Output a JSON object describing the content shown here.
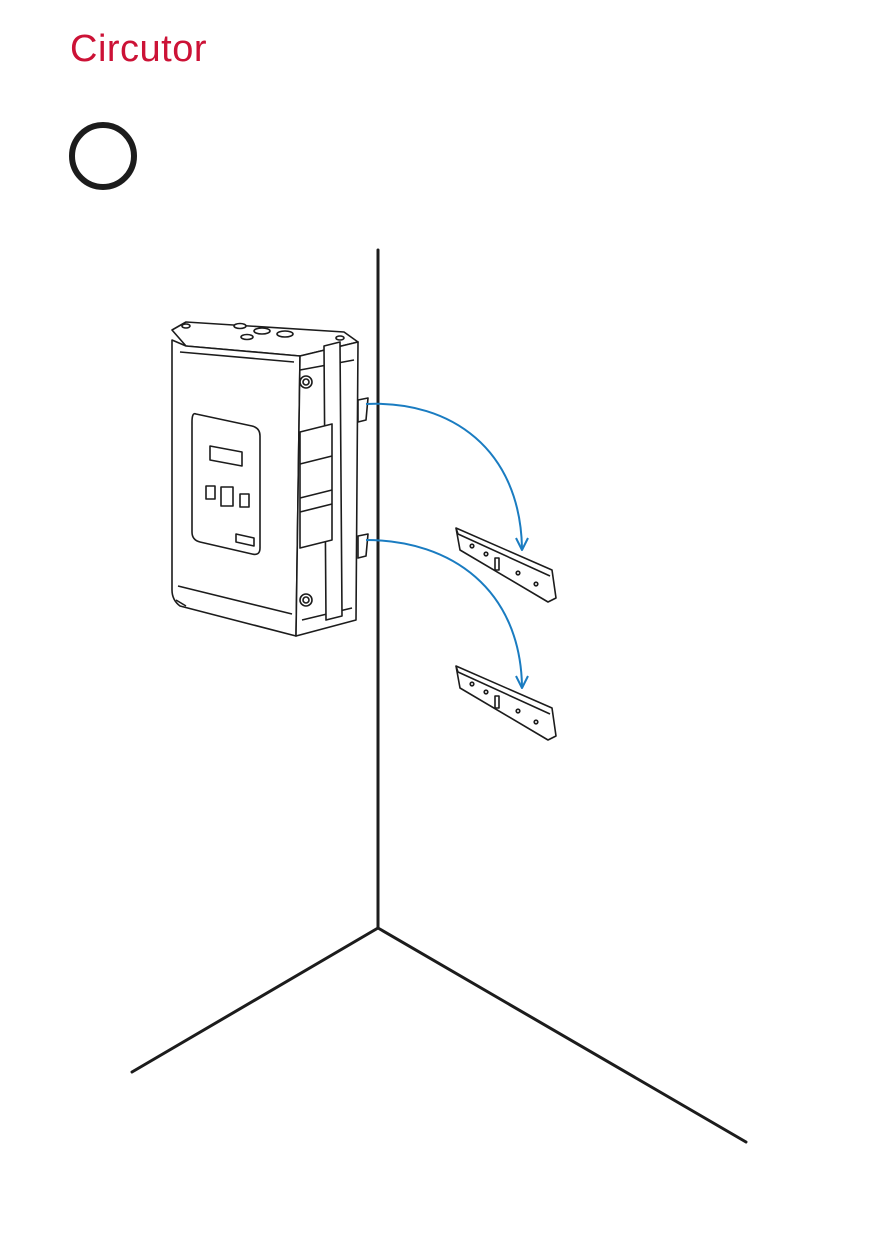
{
  "brand": {
    "logo_text": "Circutor",
    "logo_color": "#cc1236"
  },
  "step": {
    "number": ""
  },
  "figure": {
    "arrow_color": "#1a7cc1",
    "line_color": "#1c1c1c",
    "icons": [
      "wall-corner",
      "enclosure",
      "mounting-bracket",
      "arrow"
    ]
  }
}
